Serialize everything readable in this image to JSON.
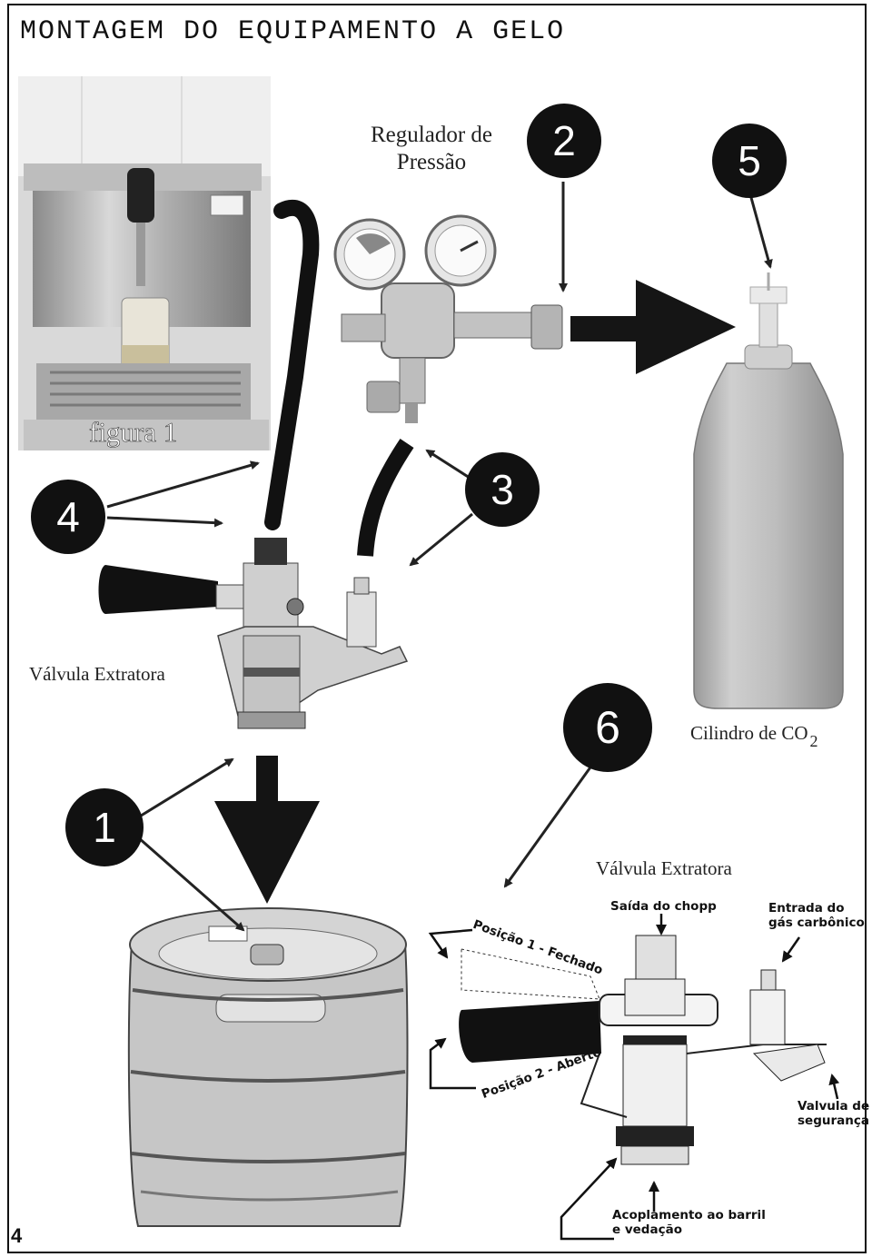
{
  "page": {
    "title": "MONTAGEM DO EQUIPAMENTO A GELO",
    "page_number": "4"
  },
  "labels": {
    "regulador": "Regulador de Pressão",
    "figura": "figura 1",
    "valvula_extratora_left": "Válvula Extratora",
    "valvula_extratora_right": "Válvula Extratora",
    "cilindro": "Cilindro de CO",
    "cilindro_sub": "2"
  },
  "numbers": {
    "n1": "1",
    "n2": "2",
    "n3": "3",
    "n4": "4",
    "n5": "5",
    "n6": "6"
  },
  "valve_detail": {
    "saida_chopp": "Saída do chopp",
    "entrada_gas_1": "Entrada do",
    "entrada_gas_2": "gás carbônico",
    "posicao_1": "Posição 1 - Fechado",
    "posicao_2": "Posição 2 - Aberto",
    "valvula_seg_1": "Valvula de",
    "valvula_seg_2": "segurança",
    "acoplamento_1": "Acoplamento ao barril",
    "acoplamento_2": "e vedação"
  },
  "icons": [
    "chopp-machine-photo",
    "pressure-regulator",
    "co2-cylinder",
    "extractor-valve",
    "beer-keg",
    "arrow"
  ]
}
